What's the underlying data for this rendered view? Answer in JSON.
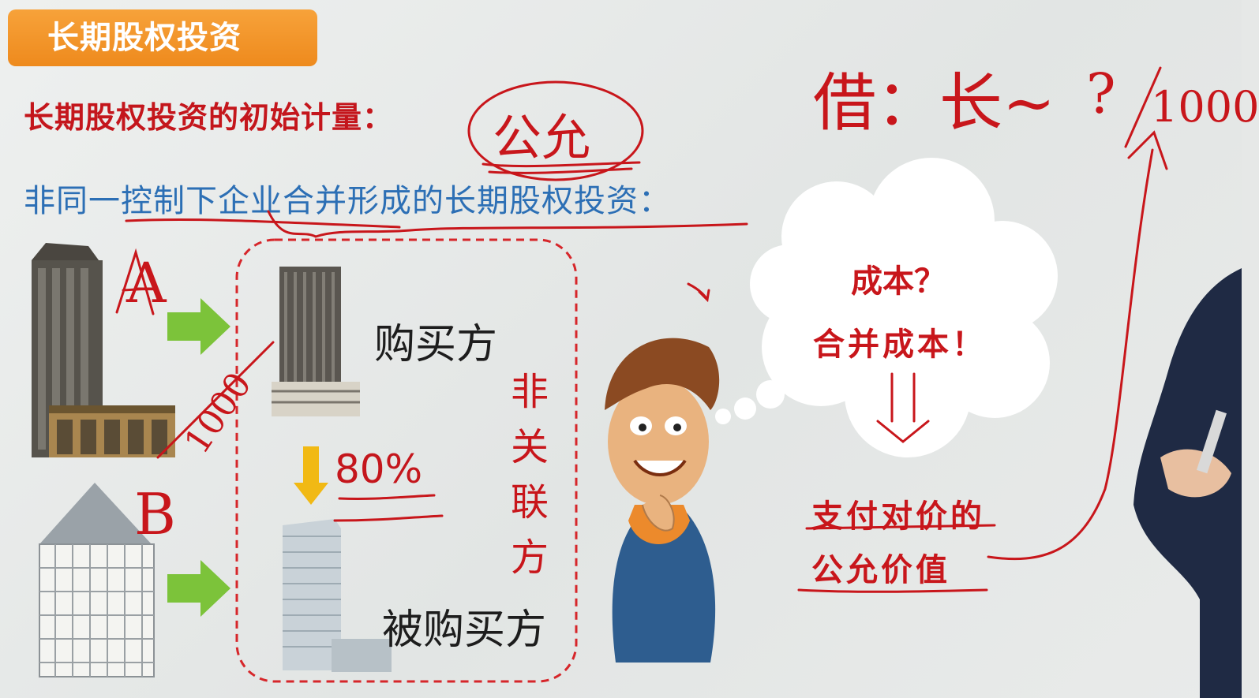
{
  "header": {
    "badge": "长期股权投资"
  },
  "slide": {
    "heading": "长期股权投资的初始计量：",
    "subheading": "非同一控制下企业合并形成的长期股权投资："
  },
  "diagram": {
    "buyer_label": "购买方",
    "acquiree_label": "被购买方",
    "percentage": "80%",
    "company_a": "A",
    "company_b": "B",
    "amount_b": "1000",
    "relation_chars": [
      "非",
      "关",
      "联",
      "方"
    ]
  },
  "annotations": {
    "circled_note": "公允",
    "journal_entry": "借：长~",
    "question": "?",
    "amount": "1000",
    "cloud_line1": "成本？",
    "cloud_line2": "合并成本！",
    "conclusion_line1": "支付对价的",
    "conclusion_line2": "公允价值"
  },
  "colors": {
    "badge": "#f29526",
    "heading": "#c4161c",
    "subheading": "#2c6fb5",
    "ink": "#c8161b"
  }
}
